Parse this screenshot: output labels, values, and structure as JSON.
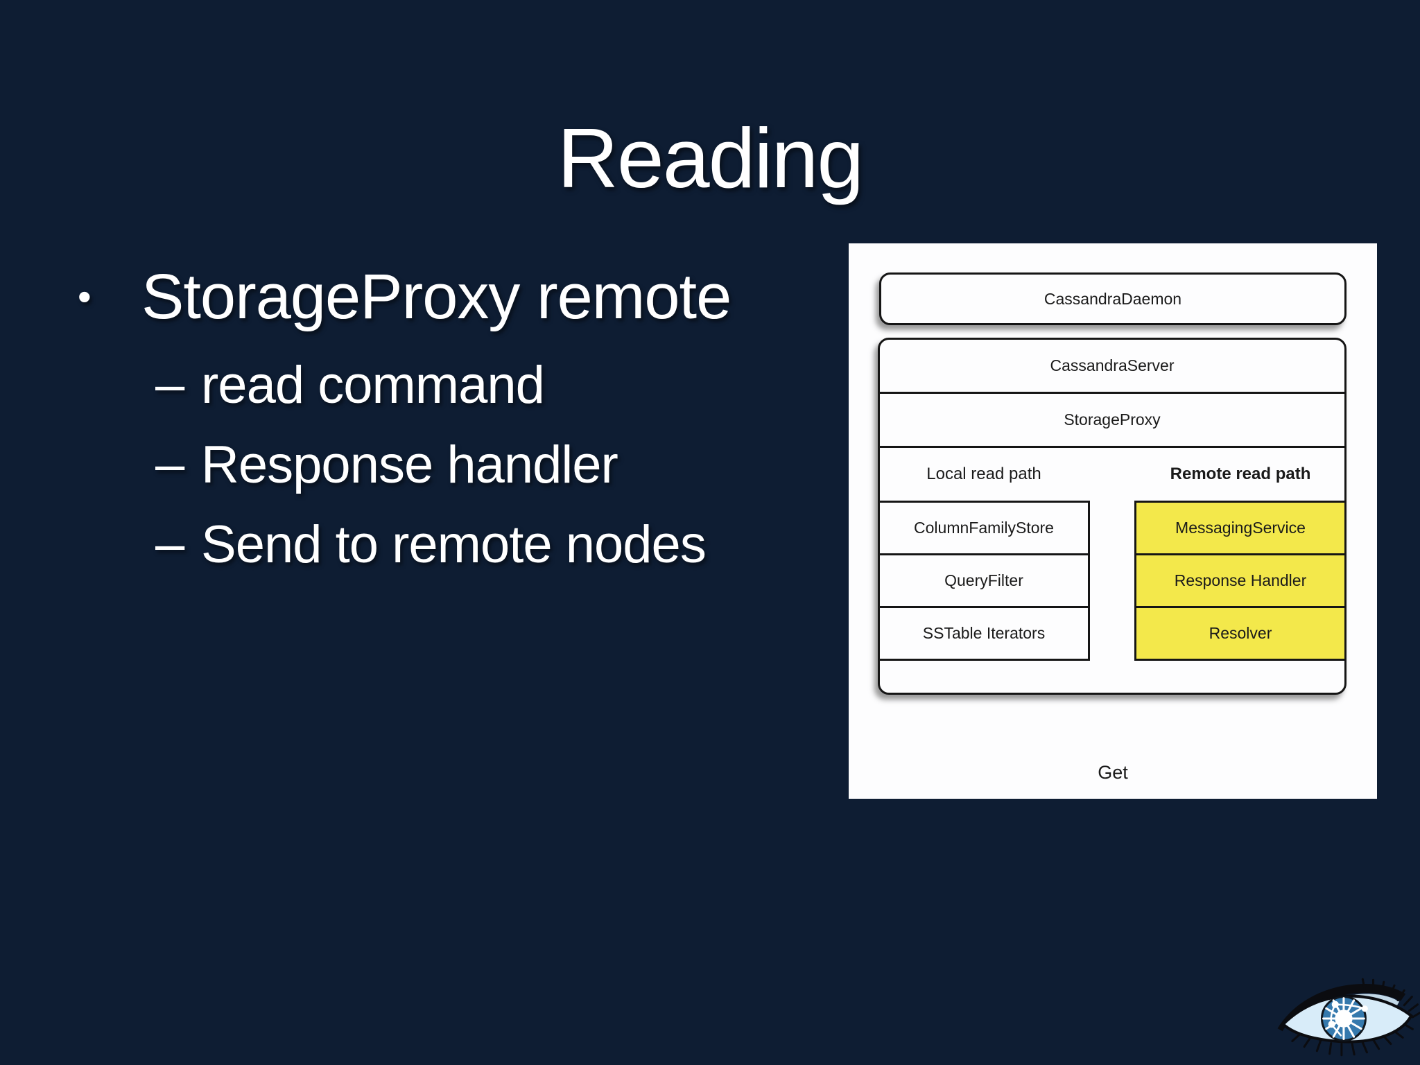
{
  "slide": {
    "title": "Reading",
    "bullet": {
      "marker": "•",
      "text": "StorageProxy remote"
    },
    "sub_bullets": {
      "marker": "–",
      "items": [
        "read command",
        "Response handler",
        "Send to remote nodes"
      ]
    }
  },
  "diagram": {
    "stack": {
      "daemon": "CassandraDaemon",
      "server": "CassandraServer",
      "proxy": "StorageProxy"
    },
    "local_path": {
      "label": "Local read path",
      "boxes": [
        "ColumnFamilyStore",
        "QueryFilter",
        "SSTable Iterators"
      ]
    },
    "remote_path": {
      "label": "Remote read path",
      "boxes": [
        "MessagingService",
        "Response Handler",
        "Resolver"
      ]
    },
    "caption": "Get"
  },
  "logo": {
    "name": "cassandra-eye-logo"
  },
  "colors": {
    "background": "#0E1D33",
    "text": "#FFFFFF",
    "panel": "#FDFDFE",
    "highlight": "#F3E84B",
    "border": "#151515"
  }
}
